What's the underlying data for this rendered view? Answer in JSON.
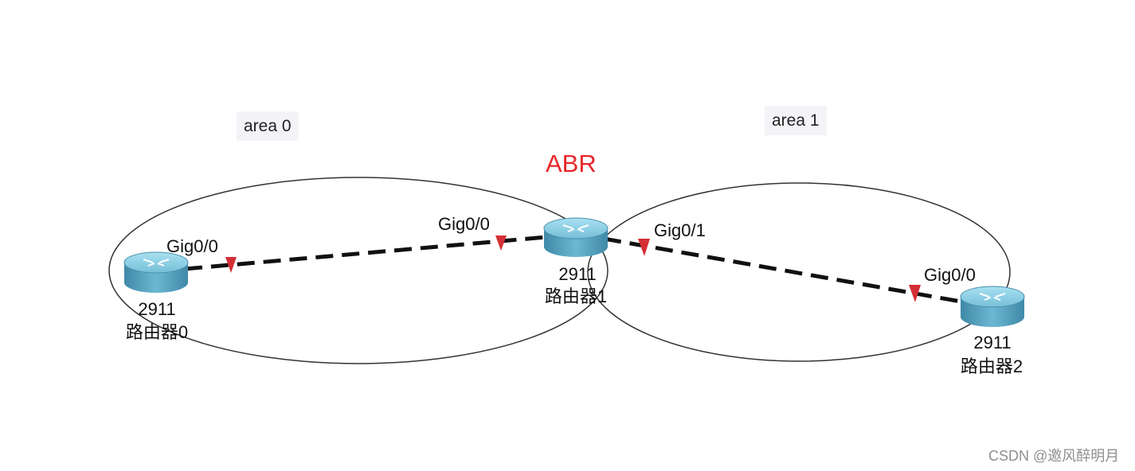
{
  "areas": [
    {
      "label": "area 0"
    },
    {
      "label": "area 1"
    }
  ],
  "abr_label": "ABR",
  "routers": [
    {
      "model": "2911",
      "name": "路由器0"
    },
    {
      "model": "2911",
      "name": "路由器1"
    },
    {
      "model": "2911",
      "name": "路由器2"
    }
  ],
  "interfaces": {
    "r0_left": "Gig0/0",
    "r1_left": "Gig0/0",
    "r1_right": "Gig0/1",
    "r2_left": "Gig0/0"
  },
  "watermark": "CSDN @邀风醉明月",
  "colors": {
    "abr": "#e8262b",
    "link": "#111111",
    "link_marker": "#d42f35",
    "router_body": "#5aa3c1",
    "router_top": "#8fd0e6",
    "ellipse": "#333333"
  }
}
